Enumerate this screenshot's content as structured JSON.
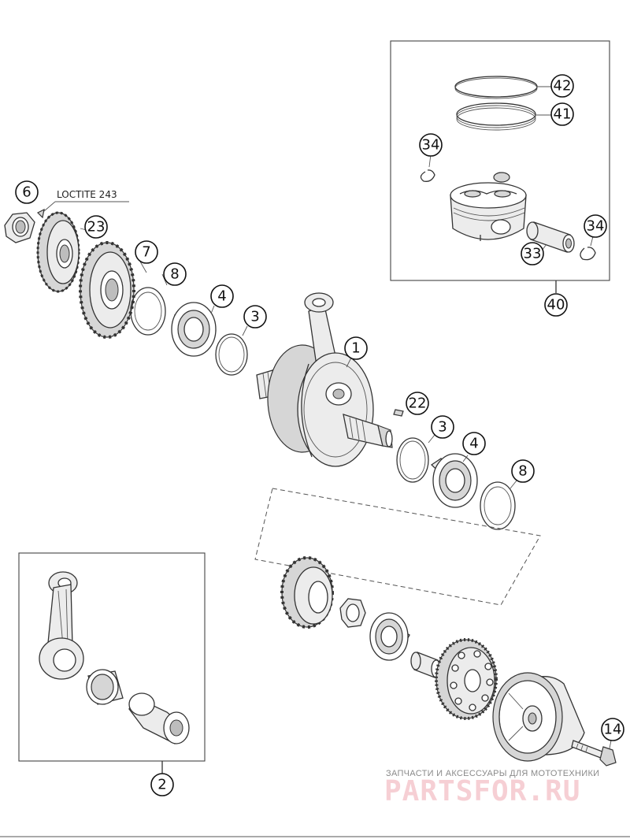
{
  "callouts": {
    "c1": "1",
    "c2": "2",
    "c3a": "3",
    "c3b": "3",
    "c4a": "4",
    "c4b": "4",
    "c6": "6",
    "c7": "7",
    "c8a": "8",
    "c8b": "8",
    "c14": "14",
    "c22": "22",
    "c23": "23",
    "c33": "33",
    "c34a": "34",
    "c34b": "34",
    "c40": "40",
    "c41": "41",
    "c42": "42"
  },
  "note": {
    "loctite": "LOCTITE 243"
  },
  "watermark": {
    "caption": "ЗАПЧАСТИ И АКСЕССУАРЫ ДЛЯ МОТОТЕХНИКИ",
    "brand": "PARTSFOR.RU",
    "brand_color": "#e8a0aa"
  }
}
